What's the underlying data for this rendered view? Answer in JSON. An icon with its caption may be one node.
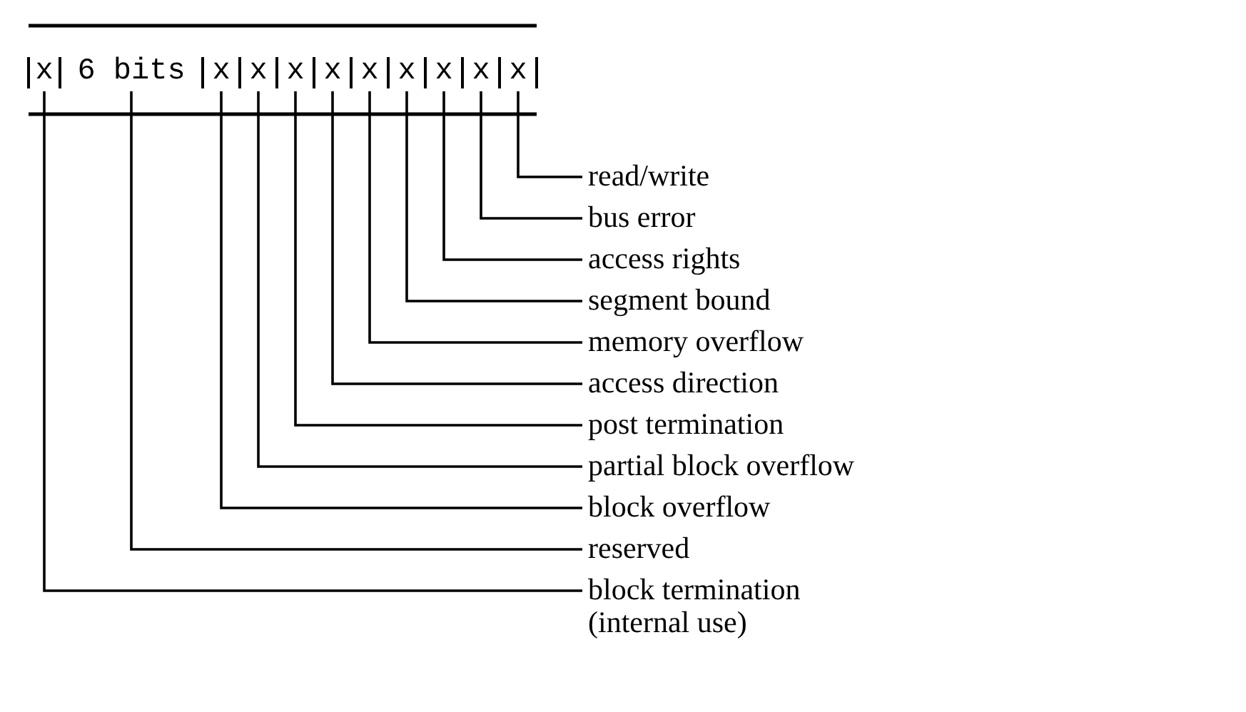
{
  "diagram": {
    "nodes": [
      {
        "text": [
          "x"
        ]
      },
      {
        "text": [
          "6 bits"
        ]
      },
      {
        "text": [
          "x"
        ]
      },
      {
        "text": [
          "x"
        ]
      },
      {
        "text": [
          "x"
        ]
      },
      {
        "text": [
          "x"
        ]
      },
      {
        "text": [
          "x"
        ]
      },
      {
        "text": [
          "x"
        ]
      },
      {
        "text": [
          "x"
        ]
      },
      {
        "text": [
          "x"
        ]
      },
      {
        "text": [
          "x"
        ]
      },
      {
        "text": [
          "read/write"
        ]
      },
      {
        "text": [
          "bus error"
        ]
      },
      {
        "text": [
          "access rights"
        ]
      },
      {
        "text": [
          "segment bound"
        ]
      },
      {
        "text": [
          "memory overflow"
        ]
      },
      {
        "text": [
          "access direction"
        ]
      },
      {
        "text": [
          "post termination"
        ]
      },
      {
        "text": [
          "partial block overflow"
        ]
      },
      {
        "text": [
          "block overflow"
        ]
      },
      {
        "text": [
          "reserved"
        ]
      },
      {
        "text": [
          "block termination (internal use)"
        ]
      }
    ],
    "edges": [
      {
        "from": 11,
        "to": 10,
        "arrow": "none"
      },
      {
        "from": 12,
        "to": 9,
        "arrow": "none"
      },
      {
        "from": 13,
        "to": 8,
        "arrow": "none"
      },
      {
        "from": 14,
        "to": 7,
        "arrow": "none"
      },
      {
        "from": 15,
        "to": 6,
        "arrow": "none"
      },
      {
        "from": 16,
        "to": 5,
        "arrow": "none"
      },
      {
        "from": 17,
        "to": 4,
        "arrow": "none"
      },
      {
        "from": 18,
        "to": 3,
        "arrow": "none"
      },
      {
        "from": 19,
        "to": 2,
        "arrow": "none"
      },
      {
        "from": 20,
        "to": 1,
        "arrow": "none"
      },
      {
        "from": 21,
        "to": 0,
        "arrow": "none"
      }
    ]
  }
}
